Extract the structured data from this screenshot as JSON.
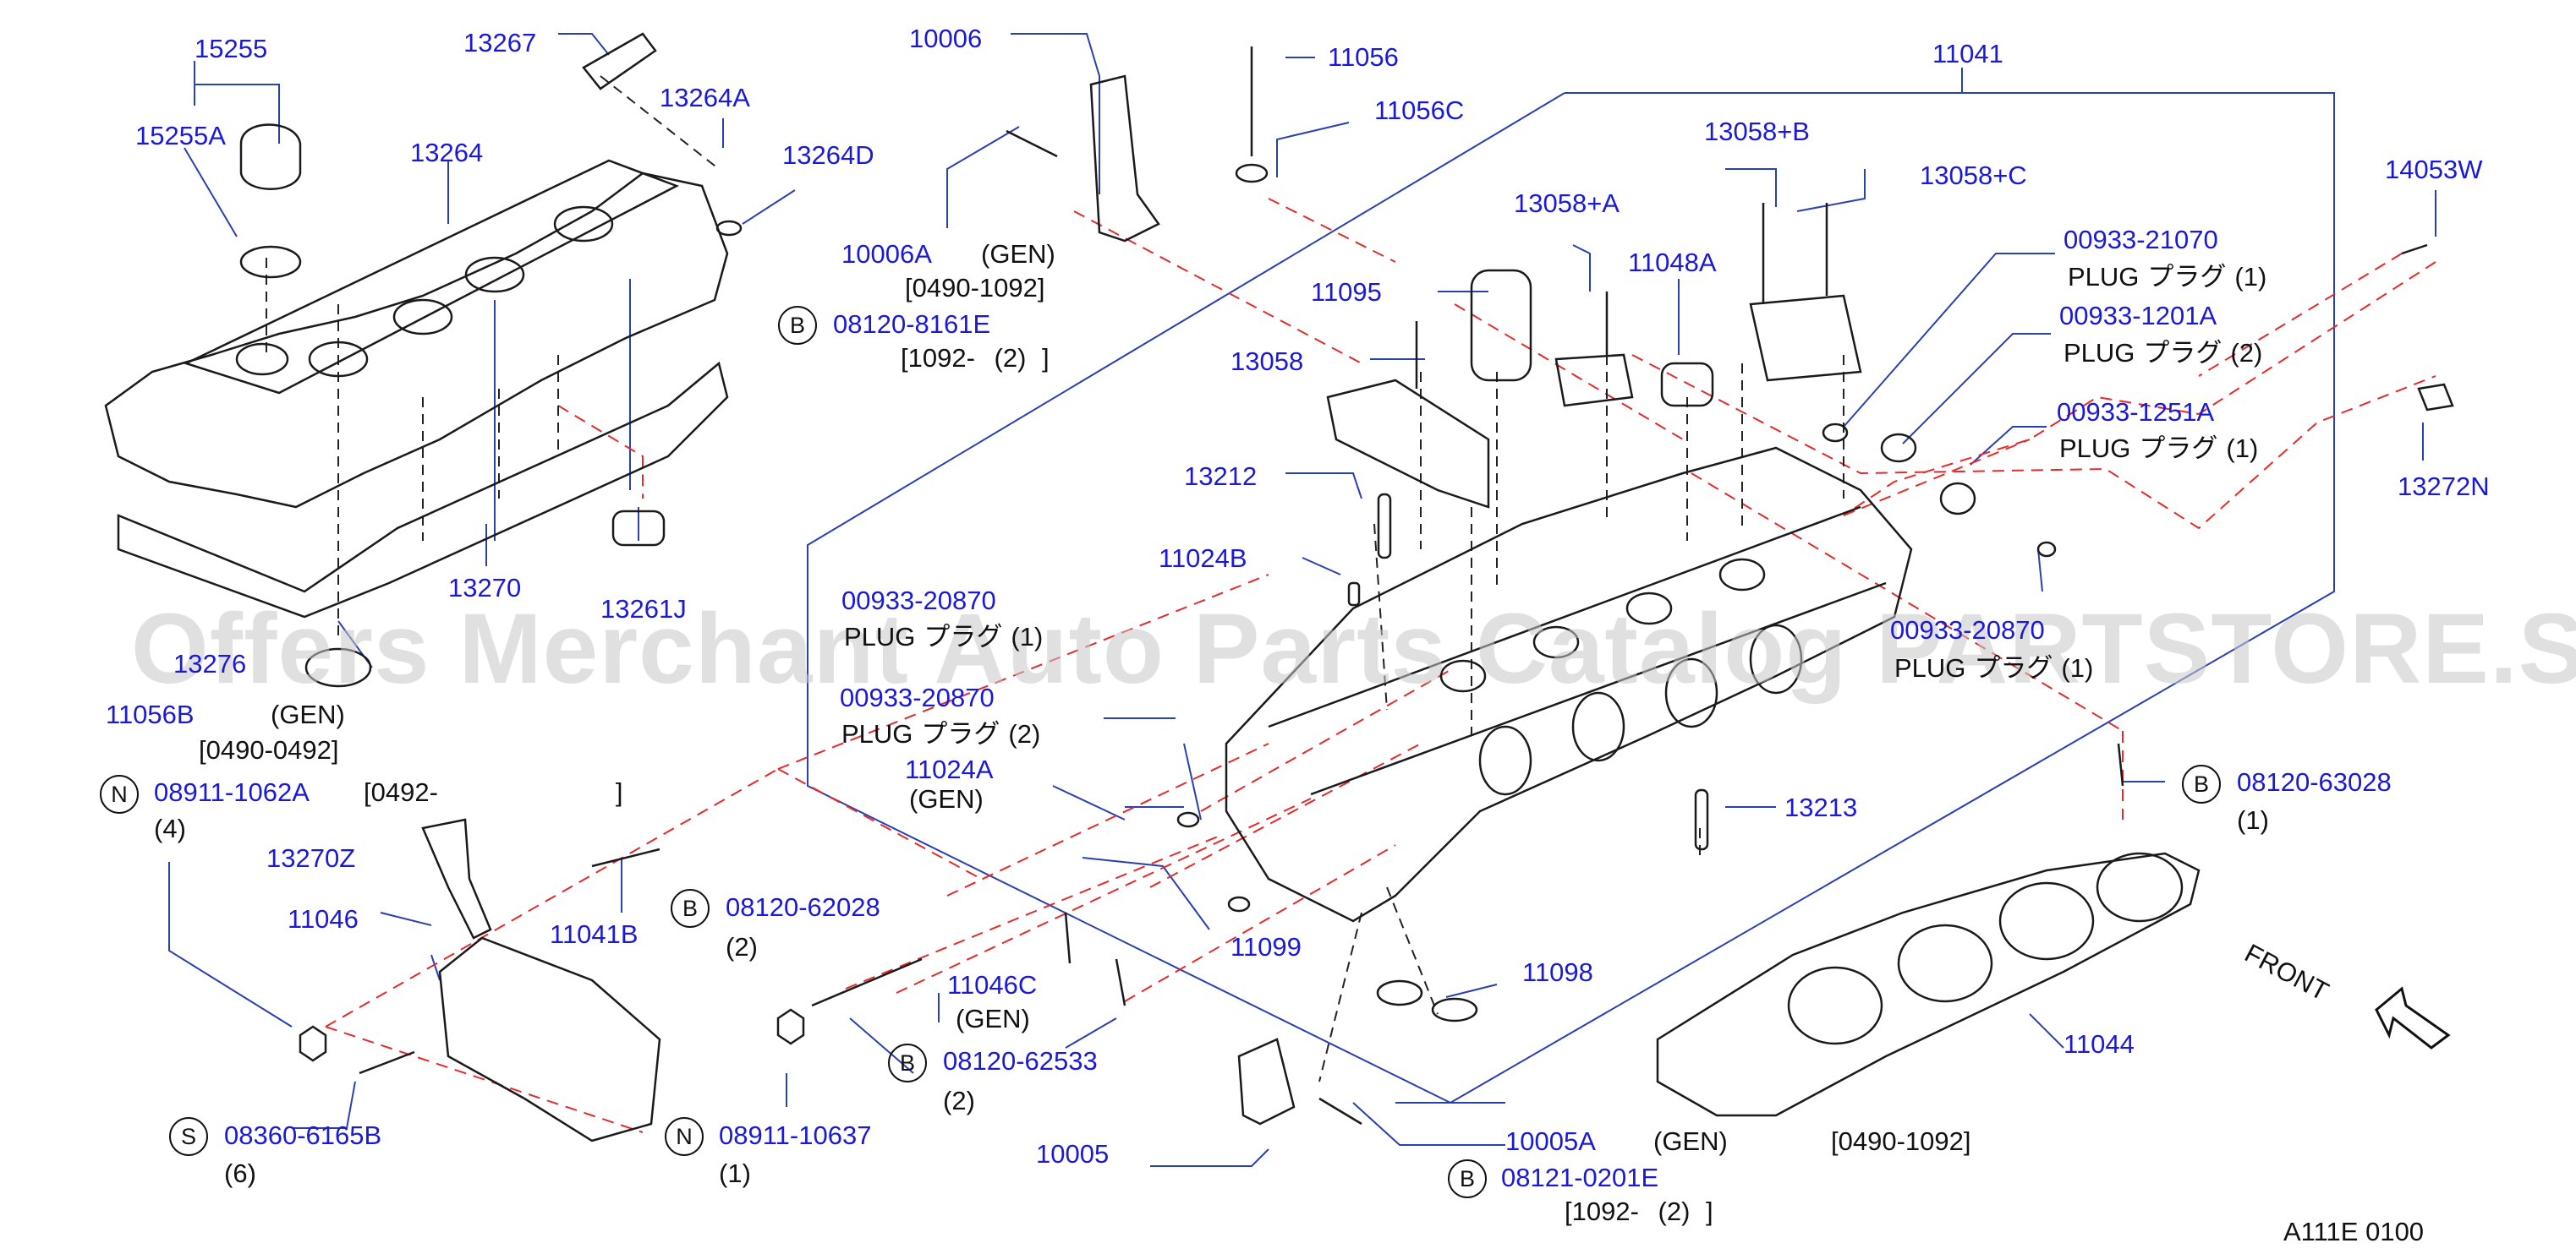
{
  "watermark": "Offers Merchant Auto Parts Catalog PARTSTORE.SA",
  "front_label": "FRONT",
  "diagram_code": "A111E 0100",
  "plug_text": {
    "en": "PLUG",
    "jp": "プラグ"
  },
  "circle_letters": {
    "b": "B",
    "n": "N",
    "s": "S"
  },
  "labels": {
    "p15255": "15255",
    "p15255A": "15255A",
    "p13267": "13267",
    "p13264A": "13264A",
    "p13264": "13264",
    "p13264D": "13264D",
    "p10006": "10006",
    "p10006A": "10006A",
    "p10006A_note": "(GEN)",
    "p10006A_range": "[0490-1092]",
    "p08120_8161E": "08120-8161E",
    "p08120_8161E_range": "[1092-",
    "p08120_8161E_qty": "(2)",
    "bracket_close": "]",
    "p11056": "11056",
    "p11056C": "11056C",
    "p11041": "11041",
    "p13058B": "13058+B",
    "p13058C": "13058+C",
    "p13058A": "13058+A",
    "p11048A": "11048A",
    "p11095": "11095",
    "p13058": "13058",
    "p14053W": "14053W",
    "p00933_21070": "00933-21070",
    "p00933_21070_qty": "(1)",
    "p00933_1201A": "00933-1201A",
    "p00933_1201A_qty": "(2)",
    "p00933_1251A": "00933-1251A",
    "p00933_1251A_qty": "(1)",
    "p13272N": "13272N",
    "p13212": "13212",
    "p11024B": "11024B",
    "p13270": "13270",
    "p13261J": "13261J",
    "p00933_20870_a": "00933-20870",
    "p00933_20870_a_qty": "(1)",
    "p00933_20870_b": "00933-20870",
    "p00933_20870_b_qty": "(2)",
    "p00933_20870_c": "00933-20870",
    "p00933_20870_c_qty": "(1)",
    "p13276": "13276",
    "p11056B": "11056B",
    "p11056B_note": "(GEN)",
    "p11056B_range": "[0490-0492]",
    "p08911_1062A": "08911-1062A",
    "p08911_1062A_range": "[0492-",
    "p08911_1062A_qty": "(4)",
    "p11024A": "11024A",
    "p11024A_note": "(GEN)",
    "p13213": "13213",
    "p08120_63028": "08120-63028",
    "p08120_63028_qty": "(1)",
    "p13270Z": "13270Z",
    "p11046": "11046",
    "p11041B": "11041B",
    "p08120_62028": "08120-62028",
    "p08120_62028_qty": "(2)",
    "p11046C": "11046C",
    "p11046C_note": "(GEN)",
    "p11099": "11099",
    "p11098": "11098",
    "p08120_62533": "08120-62533",
    "p08120_62533_qty": "(2)",
    "p11044": "11044",
    "p08360_6165B": "08360-6165B",
    "p08360_6165B_qty": "(6)",
    "p08911_10637": "08911-10637",
    "p08911_10637_qty": "(1)",
    "p10005": "10005",
    "p10005A": "10005A",
    "p10005A_note": "(GEN)",
    "p10005A_range": "[0490-1092]",
    "p08121_0201E": "08121-0201E",
    "p08121_0201E_range": "[1092-",
    "p08121_0201E_qty": "(2)"
  }
}
